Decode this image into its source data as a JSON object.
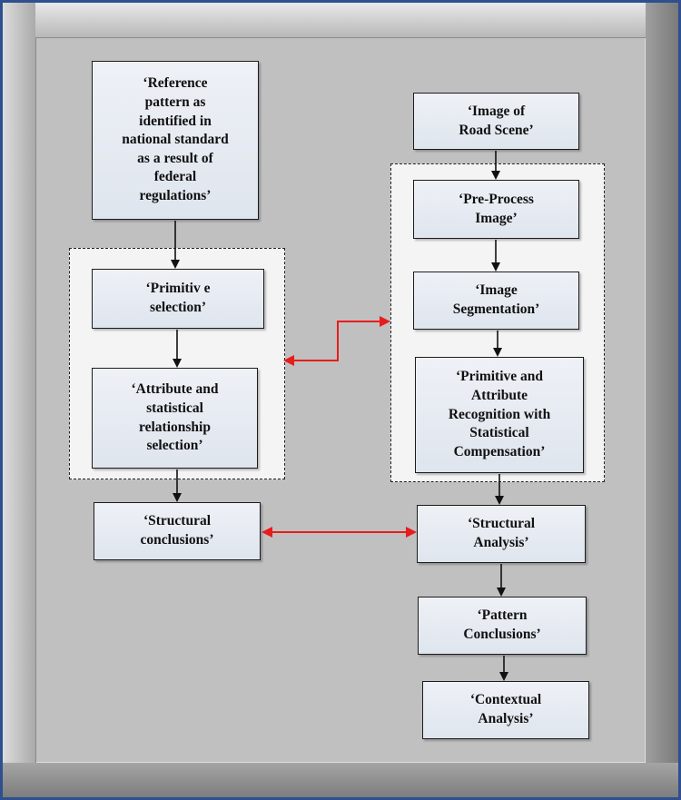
{
  "diagram": {
    "nodes": {
      "reference_pattern": "‘Reference\npattern as\nidentified in\nnational standard\nas a result of\nfederal\nregulations’",
      "primitive_selection": "‘Primitiv e\nselection’",
      "attribute_selection": "‘Attribute and\nstatistical\nrelationship\nselection’",
      "structural_conclusions": "‘Structural\nconclusions’",
      "image_road_scene": "‘Image of\nRoad Scene’",
      "pre_process": "‘Pre-Process\nImage’",
      "image_segmentation": "‘Image\nSegmentation’",
      "primitive_attribute_recognition": "‘Primitive and\nAttribute\nRecognition with\nStatistical\nCompensation’",
      "structural_analysis": "‘Structural\nAnalysis’",
      "pattern_conclusions": "‘Pattern\nConclusions’",
      "contextual_analysis": "‘Contextual\nAnalysis’"
    },
    "colors": {
      "flow_arrow": "#111111",
      "link_arrow": "#e81c1c",
      "node_fill": "#e4e9f1",
      "canvas": "#c0c0c0",
      "outer_border": "#2f4f8f"
    }
  }
}
